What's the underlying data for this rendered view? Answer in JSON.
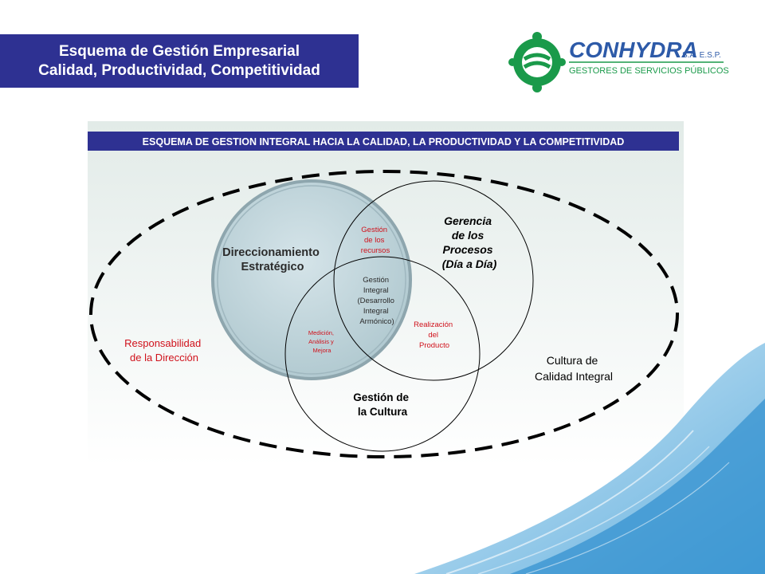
{
  "header": {
    "line1": "Esquema de Gestión Empresarial",
    "line2": "Calidad, Productividad, Competitividad"
  },
  "logo": {
    "brand": "CONHYDRA",
    "suffix": "S.A.  E.S.P.",
    "tagline": "GESTORES DE SERVICIOS PÚBLICOS",
    "icon": "conhydra-emblem-icon"
  },
  "diagram": {
    "banner": "ESQUEMA DE GESTION INTEGRAL HACIA LA CALIDAD, LA PRODUCTIVIDAD Y LA COMPETITIVIDAD",
    "direccionamiento": [
      "Direccionamiento",
      "Estratégico"
    ],
    "gerencia": [
      "Gerencia",
      "de los",
      "Procesos",
      "(Día a Día)"
    ],
    "gestion_cultura": [
      "Gestión de",
      "la  Cultura"
    ],
    "recursos": [
      "Gestión",
      "de los",
      "recursos"
    ],
    "integral": [
      "Gestión",
      "Integral",
      "(Desarrollo",
      "Integral",
      "Armónico)"
    ],
    "medicion": [
      "Medición,",
      "Análisis y",
      "Mejora"
    ],
    "realizacion": [
      "Realización",
      "del",
      "Producto"
    ],
    "responsabilidad": [
      "Responsabilidad",
      "de la Dirección"
    ],
    "cultura_calidad": [
      "Cultura de",
      "Calidad Integral"
    ]
  },
  "colors": {
    "header_bg": "#2e3192",
    "brand_green": "#1a9a4a",
    "brand_blue": "#2d5aa8",
    "red_text": "#d0111b",
    "circle_fill": "#c3d6dc"
  }
}
